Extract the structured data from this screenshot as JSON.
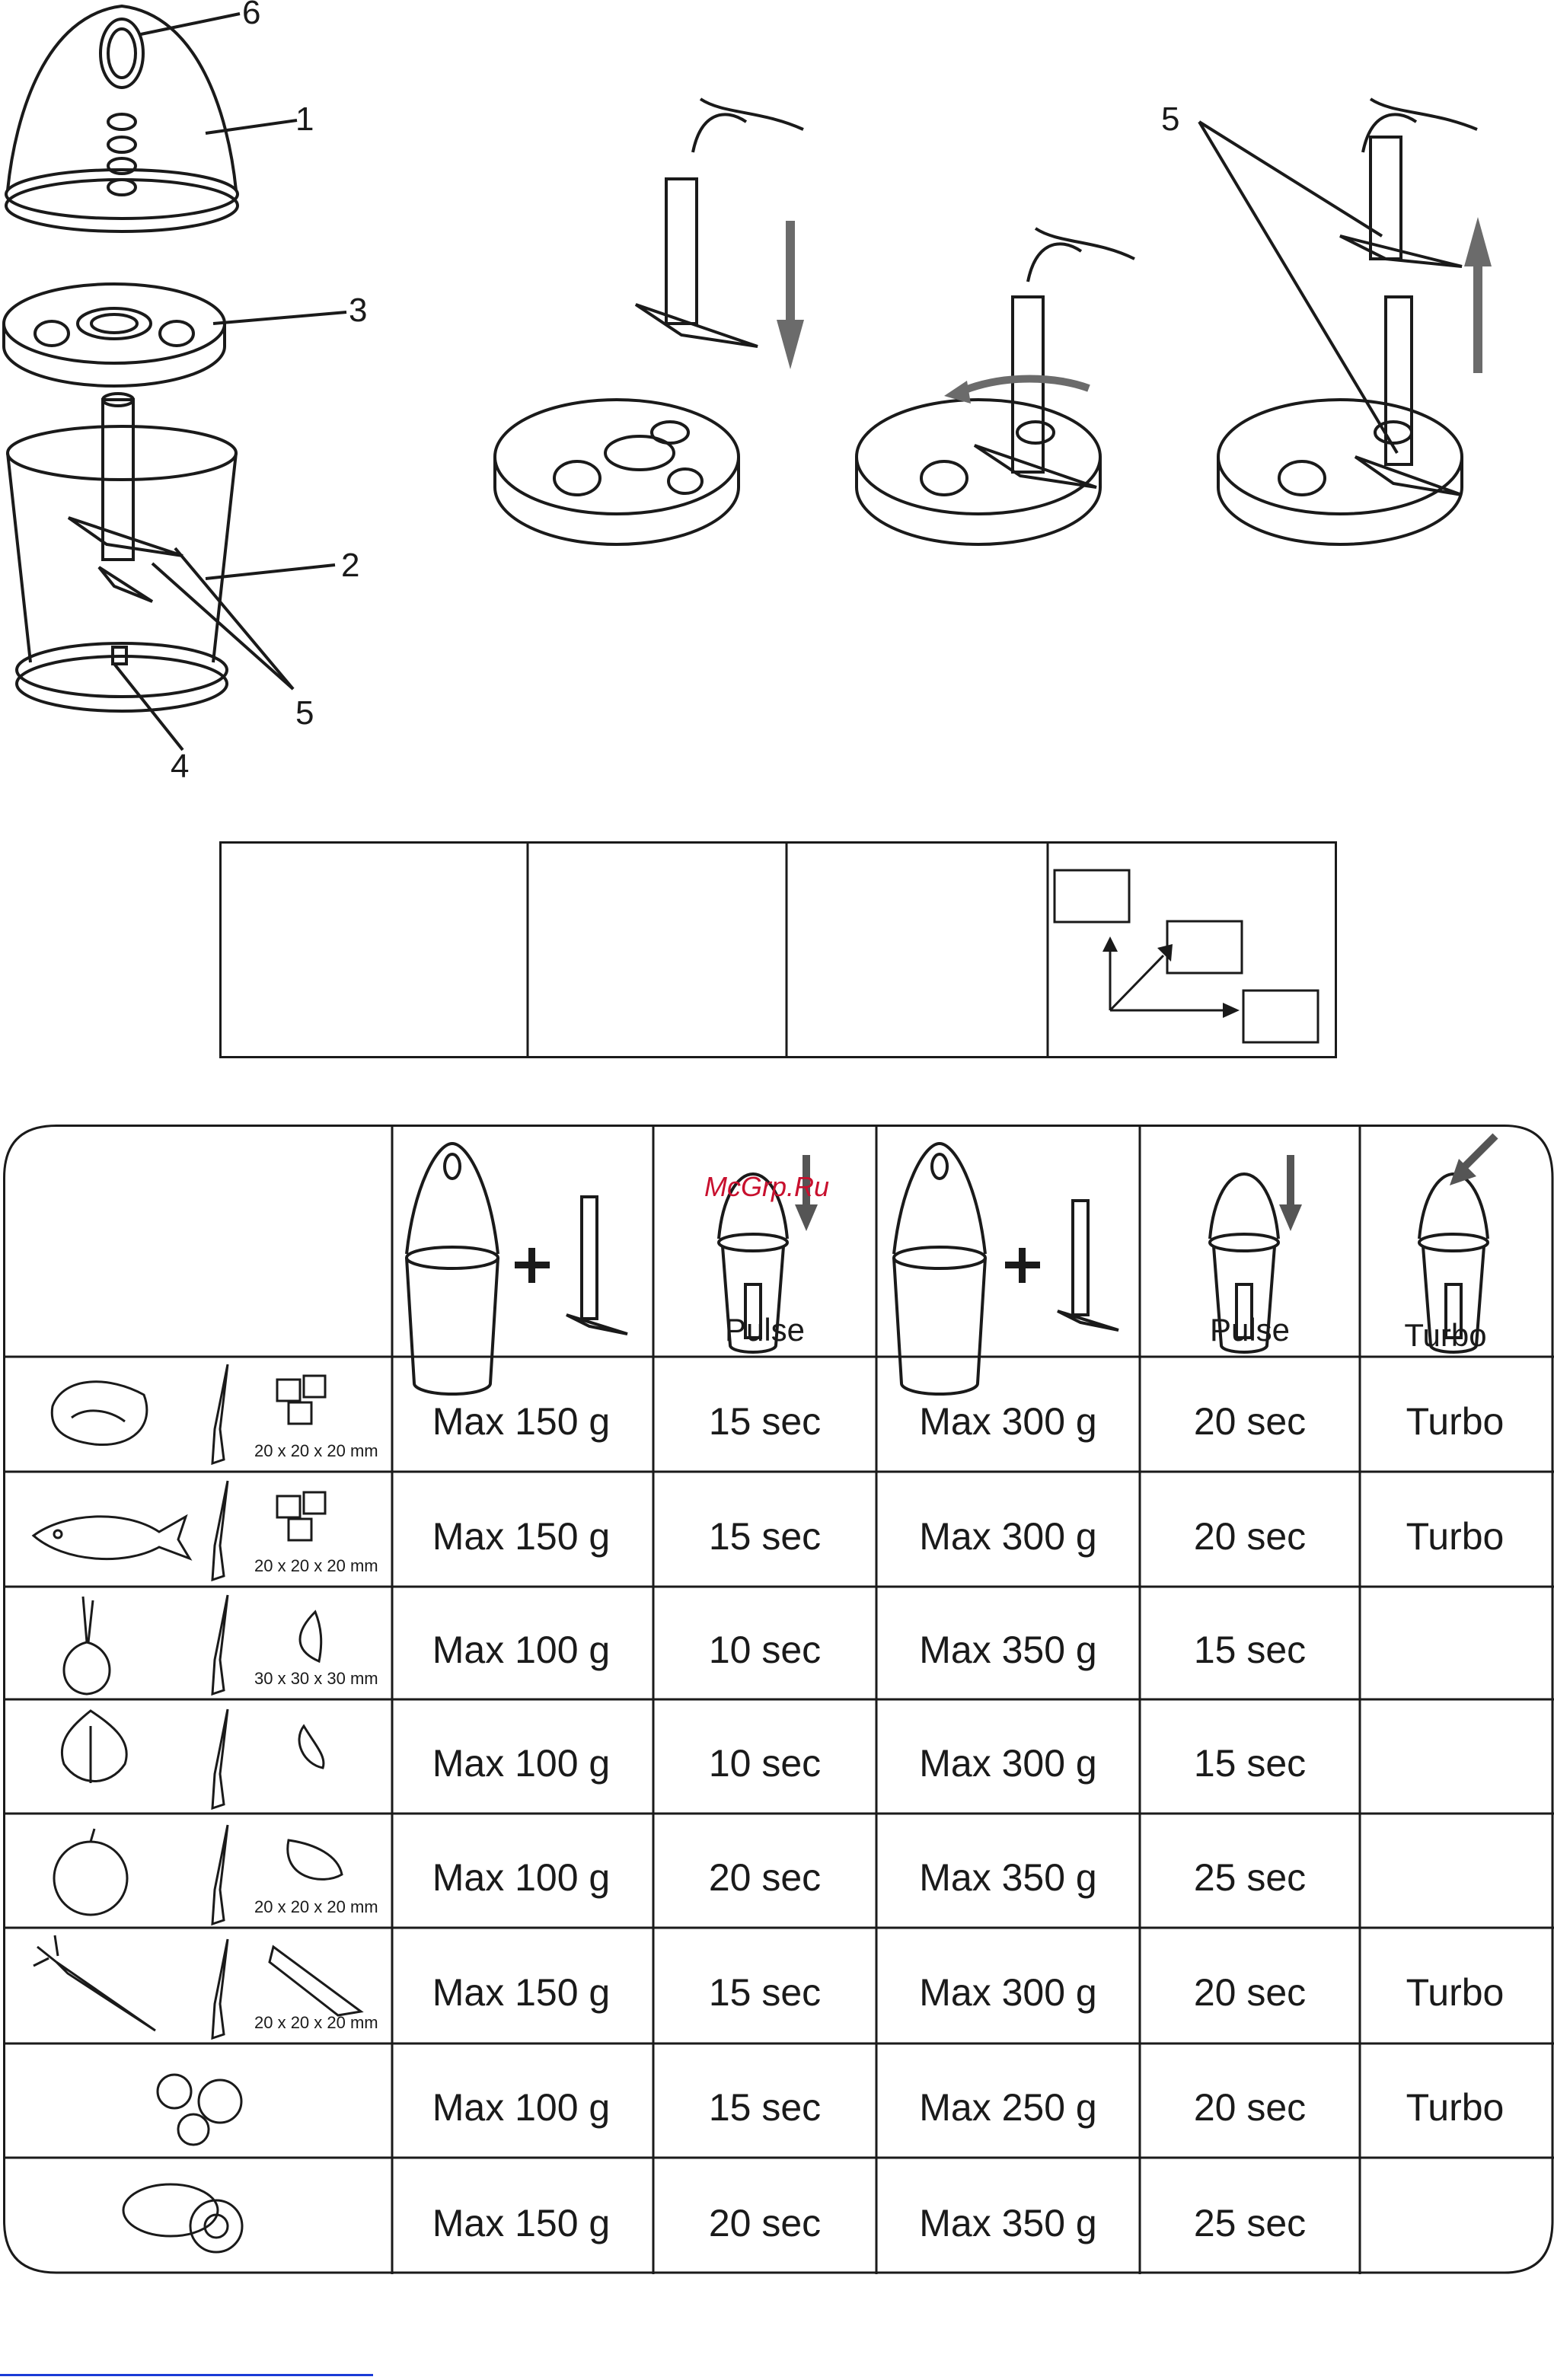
{
  "callouts": {
    "n1": "1",
    "n2": "2",
    "n3": "3",
    "n4": "4",
    "n5a": "5",
    "n5b": "5",
    "n6": "6"
  },
  "watermark": "McGrp.Ru",
  "header": {
    "pulse_1": "Pulse",
    "pulse_2": "Pulse",
    "turbo": "Turbo"
  },
  "rows": [
    {
      "food": "meat-icon",
      "dims": "20 x 20 x 20 mm",
      "small_amount": "Max 150 g",
      "small_time": "15 sec",
      "large_amount": "Max 300 g",
      "large_time": "20 sec",
      "mode": "Turbo"
    },
    {
      "food": "fish-icon",
      "dims": "20 x 20 x 20 mm",
      "small_amount": "Max 150 g",
      "small_time": "15 sec",
      "large_amount": "Max 300 g",
      "large_time": "20 sec",
      "mode": "Turbo"
    },
    {
      "food": "onion-icon",
      "dims": "30 x 30 x 30 mm",
      "small_amount": "Max 100 g",
      "small_time": "10 sec",
      "large_amount": "Max 350 g",
      "large_time": "15 sec",
      "mode": ""
    },
    {
      "food": "garlic-icon",
      "dims": "",
      "small_amount": "Max 100 g",
      "small_time": "10 sec",
      "large_amount": "Max 300 g",
      "large_time": "15 sec",
      "mode": ""
    },
    {
      "food": "apple-icon",
      "dims": "20 x 20 x 20 mm",
      "small_amount": "Max 100 g",
      "small_time": "20 sec",
      "large_amount": "Max 350 g",
      "large_time": "25 sec",
      "mode": ""
    },
    {
      "food": "carrot-icon",
      "dims": "20 x 20 x 20 mm",
      "small_amount": "Max 150 g",
      "small_time": "15 sec",
      "large_amount": "Max 300 g",
      "large_time": "20 sec",
      "mode": "Turbo"
    },
    {
      "food": "nuts-icon",
      "dims": "",
      "small_amount": "Max 100 g",
      "small_time": "15 sec",
      "large_amount": "Max 250 g",
      "large_time": "20 sec",
      "mode": "Turbo"
    },
    {
      "food": "egg-icon",
      "dims": "",
      "small_amount": "Max 150 g",
      "small_time": "20 sec",
      "large_amount": "Max 350 g",
      "large_time": "25 sec",
      "mode": ""
    }
  ]
}
